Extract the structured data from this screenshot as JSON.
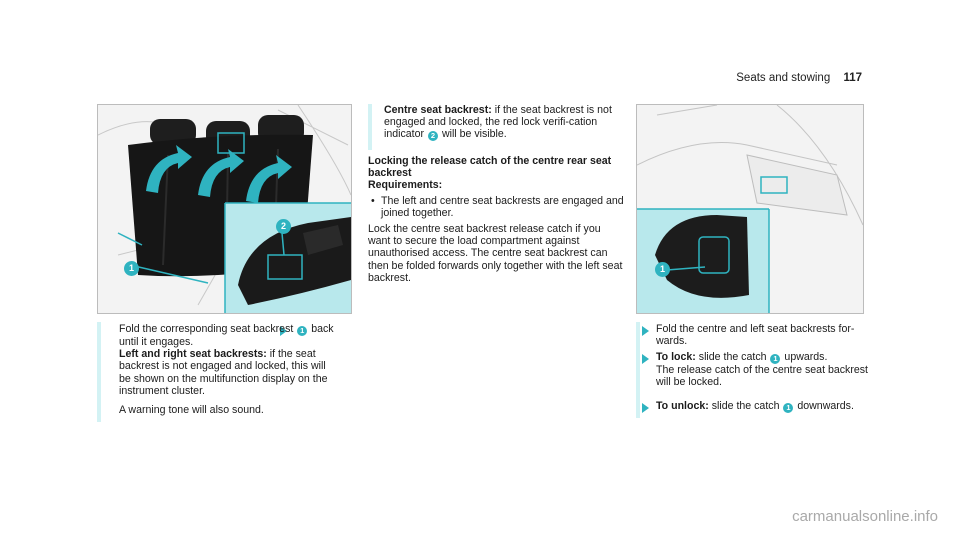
{
  "header": {
    "section": "Seats and stowing",
    "page": "117"
  },
  "figure1": {
    "callouts": [
      "1",
      "2"
    ]
  },
  "figure2": {
    "callouts": [
      "1"
    ]
  },
  "col1": {
    "step1_a": "Fold the corresponding seat backrest",
    "step1_num": "1",
    "step1_b": "back until it engages.",
    "lr_heading": "Left and right seat backrests:",
    "lr_text": "if the seat backrest is not engaged and locked, this will be shown on the multifunction display on the instrument cluster.",
    "warning": "A warning tone will also sound."
  },
  "col2": {
    "centre_heading": "Centre seat backrest:",
    "centre_text_a": "if the seat backrest is not engaged and locked, the red lock verifi-cation indicator",
    "centre_num": "2",
    "centre_text_b": "will be visible.",
    "locking_heading": "Locking the release catch of the centre rear seat backrest",
    "req_heading": "Requirements:",
    "req_item": "The left and centre seat backrests are engaged and joined together.",
    "lock_para": "Lock the centre seat backrest release catch if you want to secure the load compartment against unauthorised access. The centre seat backrest can then be folded forwards only together with the left seat backrest."
  },
  "col3": {
    "step1": "Fold the centre and left seat backrests for-wards.",
    "lock_label": "To lock:",
    "lock_a": "slide the catch",
    "lock_num": "1",
    "lock_b": "upwards.",
    "lock_result": "The release catch of the centre seat backrest will be locked.",
    "unlock_label": "To unlock:",
    "unlock_a": "slide the catch",
    "unlock_num": "1",
    "unlock_b": "downwards."
  },
  "footer": {
    "watermark": "carmanualsonline.info"
  },
  "colors": {
    "accent": "#2fb3c0",
    "bar": "#d3f2f4",
    "inset": "#b8e8ec"
  }
}
